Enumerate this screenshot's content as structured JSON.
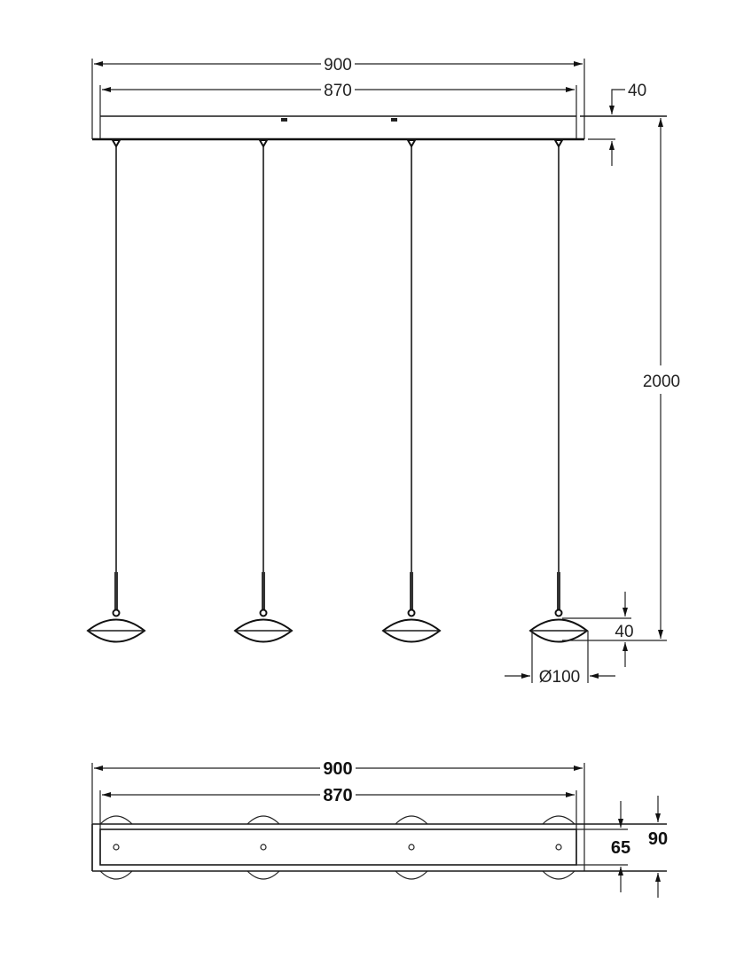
{
  "drawing": {
    "type": "technical-dimension-drawing",
    "subject": "4-light linear pendant lamp",
    "units": "mm",
    "line_color": "#111111",
    "background": "#ffffff"
  },
  "side_view": {
    "overall_width_label": "900",
    "canopy_width_label": "870",
    "canopy_height_label": "40",
    "total_drop_label": "2000",
    "lamp_height_label": "40",
    "lamp_diameter_label": "Ø100",
    "pendant_count": 4,
    "pendant_x": [
      131,
      297,
      464,
      630
    ]
  },
  "plan_view": {
    "overall_width_label": "900",
    "canopy_width_label": "870",
    "canopy_depth_label": "65",
    "overall_depth_label": "90",
    "lamp_count": 4,
    "lamp_x": [
      131,
      297,
      464,
      630
    ]
  }
}
